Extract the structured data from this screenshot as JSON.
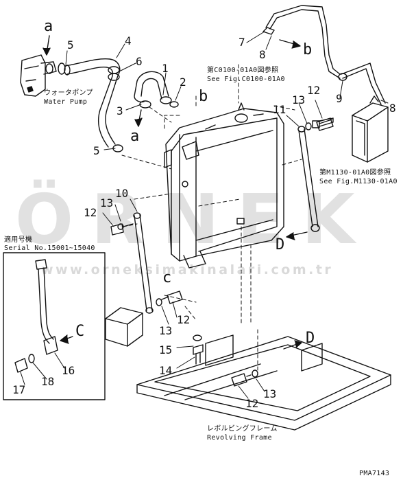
{
  "watermark": {
    "brand": "ÖRNEK",
    "site": "www.orneksimakinalari.com.tr"
  },
  "references": {
    "fig_c0100_jp": "第C0100-01A0図参照",
    "fig_c0100_en": "See Fig.C0100-01A0",
    "fig_m1130_jp": "第M1130-01A0図参照",
    "fig_m1130_en": "See Fig.M1130-01A0"
  },
  "water_pump": {
    "jp": "ウォータポンプ",
    "en": "Water Pump"
  },
  "serial": {
    "jp": "適用号機",
    "en": "Serial No.15001~15040"
  },
  "frame": {
    "jp": "レボルビングフレーム",
    "en": "Revolving Frame"
  },
  "drawing_code": "PMA7143",
  "callouts": {
    "a_top": "a",
    "a_mid": "a",
    "b_mid": "b",
    "b_right": "b",
    "c_mid": "c",
    "c_inset": "C",
    "d_mid": "D",
    "d_bottom": "D",
    "n1": "1",
    "n2": "2",
    "n3": "3",
    "n4": "4",
    "n5_top": "5",
    "n5_low": "5",
    "n6": "6",
    "n7": "7",
    "n8_top": "8",
    "n8_right": "8",
    "n9": "9",
    "n10": "10",
    "n11": "11",
    "n12_right": "12",
    "n12_left": "12",
    "n12_mid": "12",
    "n12_bottom": "12",
    "n13_right": "13",
    "n13_left": "13",
    "n13_mid": "13",
    "n13_bottom": "13",
    "n14": "14",
    "n15": "15",
    "n16": "16",
    "n17": "17",
    "n18": "18"
  }
}
